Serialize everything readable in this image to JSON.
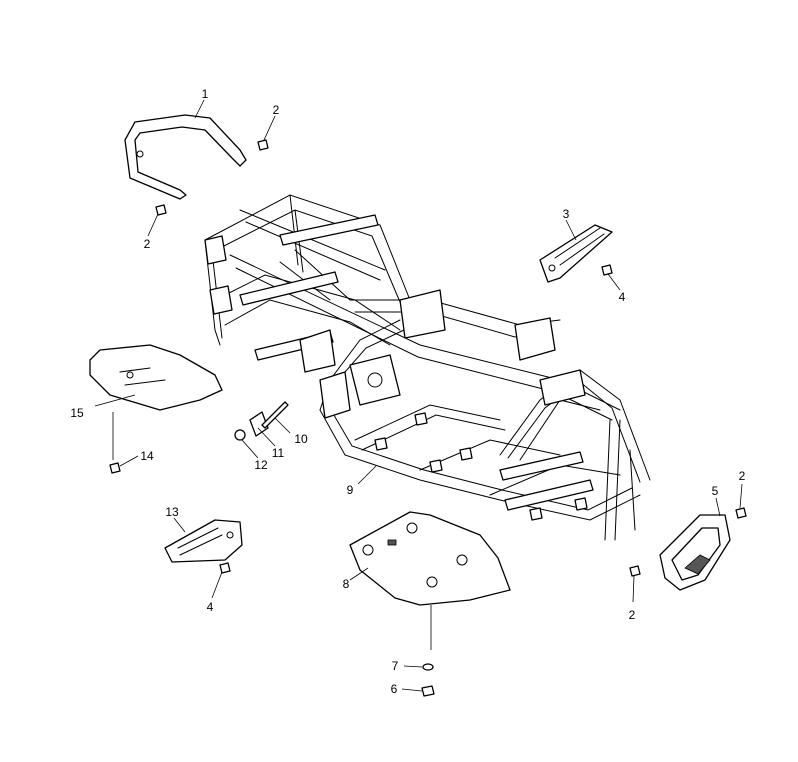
{
  "callouts": {
    "c1": "1",
    "c2a": "2",
    "c2b": "2",
    "c2c": "2",
    "c2d": "2",
    "c3": "3",
    "c4a": "4",
    "c4b": "4",
    "c5": "5",
    "c6": "6",
    "c7": "7",
    "c8": "8",
    "c9": "9",
    "c10": "10",
    "c11": "11",
    "c12": "12",
    "c13": "13",
    "c14": "14",
    "c15": "15"
  }
}
